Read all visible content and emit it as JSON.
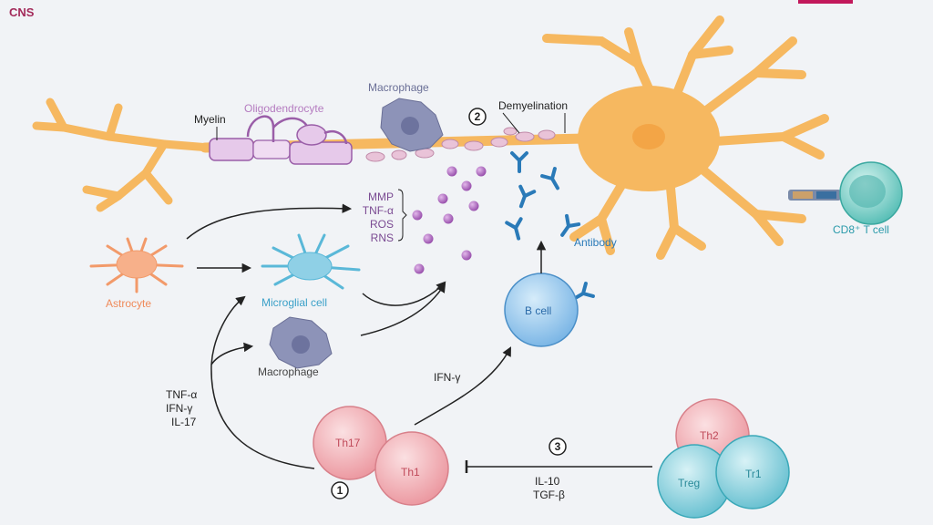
{
  "title": "CNS",
  "labels": {
    "myelin": "Myelin",
    "oligodendrocyte": "Oligodendrocyte",
    "macrophage_top": "Macrophage",
    "demyelination": "Demyelination",
    "astrocyte": "Astrocyte",
    "microglial_cell": "Microglial cell",
    "macrophage_mid": "Macrophage",
    "antibody": "Antibody",
    "cd8_t_cell": "CD8⁺ T cell",
    "b_cell": "B cell",
    "ifn_gamma": "IFN-γ",
    "th17": "Th17",
    "th1": "Th1",
    "th2": "Th2",
    "treg": "Treg",
    "tr1": "Tr1"
  },
  "mediators": [
    "MMP",
    "TNF-α",
    "ROS",
    "RNS"
  ],
  "cytokines_left": [
    "TNF-α",
    "IFN-γ",
    "IL-17"
  ],
  "cytokines_bottom": [
    "IL-10",
    "TGF-β"
  ],
  "steps": [
    "1",
    "2",
    "3"
  ],
  "colors": {
    "neuron": "#f6b860",
    "neuron_stroke": "#e3993a",
    "myelin": "#e6c9ea",
    "myelin_stroke": "#9a5ea8",
    "oligo_text": "#b57cc0",
    "macrophage": "#8d93b8",
    "purple_text": "#7a4a92",
    "particle": "#a865b8",
    "antibody": "#2a7ab8",
    "astrocyte": "#f29a6a",
    "microglia": "#5ab8d8",
    "bcell": "#8ec4ec",
    "th": "#f2a6ac",
    "tr": "#88d0dc",
    "tcell_text": "#2a9aaa",
    "title": "#a32a5a"
  }
}
